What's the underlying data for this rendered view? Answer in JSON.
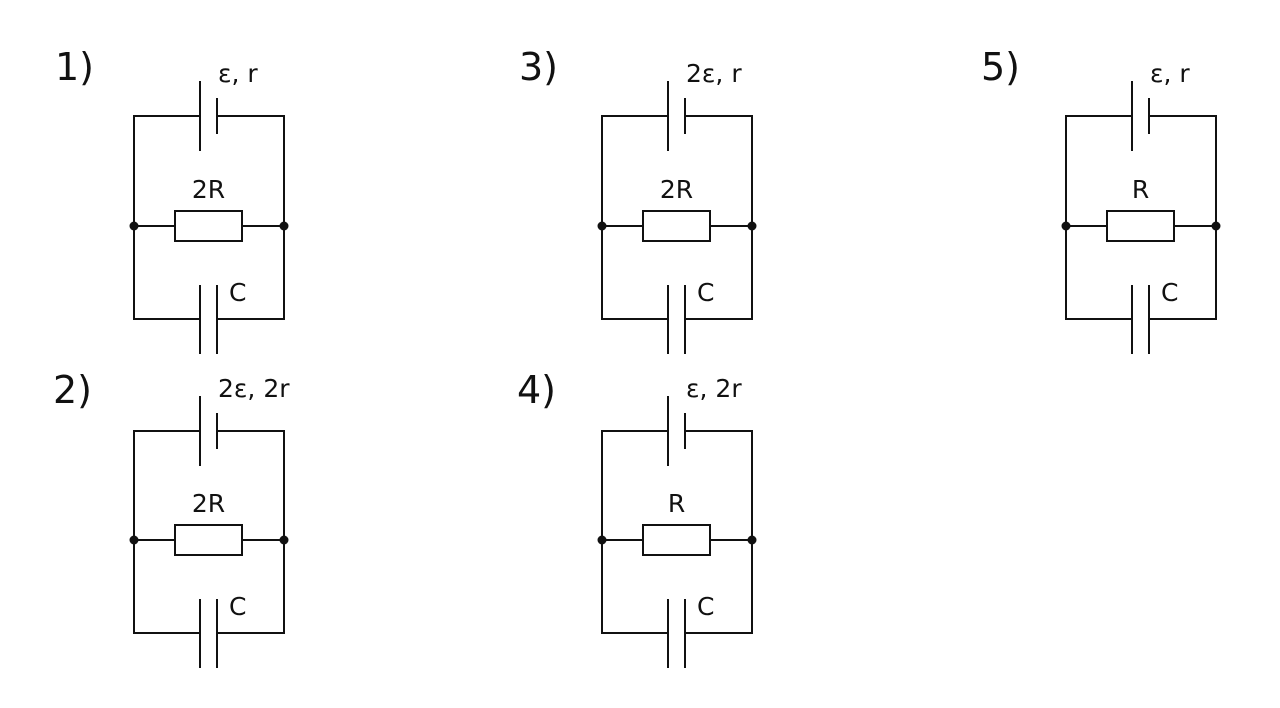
{
  "circuits": [
    {
      "number": "1)",
      "battery_label": "ε, r",
      "resistor_label": "2R",
      "capacitor_label": "C"
    },
    {
      "number": "2)",
      "battery_label": "2ε, 2r",
      "resistor_label": "2R",
      "capacitor_label": "C"
    },
    {
      "number": "3)",
      "battery_label": "2ε, r",
      "resistor_label": "2R",
      "capacitor_label": "C"
    },
    {
      "number": "4)",
      "battery_label": "ε, 2r",
      "resistor_label": "R",
      "capacitor_label": "C"
    },
    {
      "number": "5)",
      "battery_label": "ε, r",
      "resistor_label": "R",
      "capacitor_label": "C"
    }
  ]
}
